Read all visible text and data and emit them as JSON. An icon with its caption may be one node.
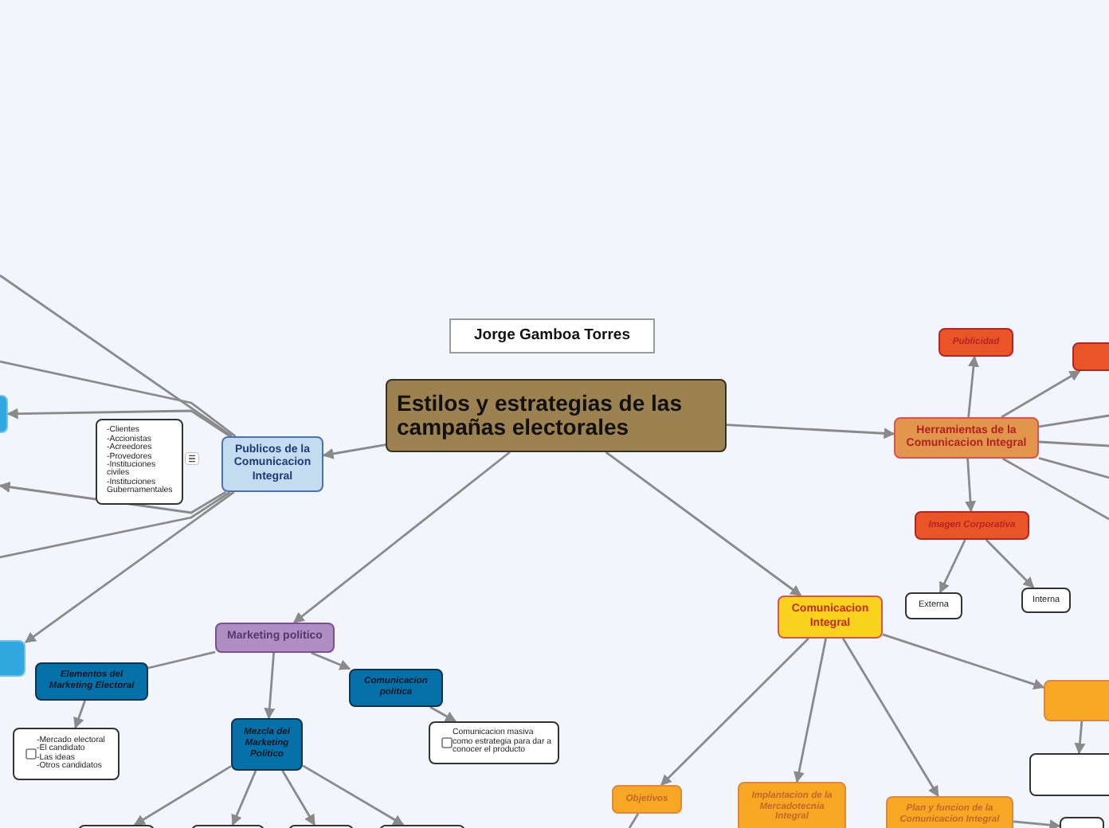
{
  "diagram": {
    "nodes": [
      {
        "text": [
          "Jorge Gamboa Torres"
        ]
      },
      {
        "text": [
          "Estilos y estrategias de las campañas electorales"
        ]
      },
      {
        "text": [
          "Publicos de la Comunicacion Integral"
        ]
      },
      {
        "text": [
          "-Clientes -Accionistas -Acreedores -Provedores -Instituciones civiles -Instituciones Gubernamentales"
        ]
      },
      {
        "text": [],
        "shape": "box"
      },
      {
        "text": [],
        "shape": "box"
      },
      {
        "text": [
          "Marketing politico"
        ]
      },
      {
        "text": [
          "Elementos del Marketing Electoral"
        ]
      },
      {
        "text": [
          "Comunicacion politica"
        ]
      },
      {
        "text": [
          "-Mercado electoral -El candidato -Las ideas -Otros candidatos"
        ]
      },
      {
        "text": [
          "Mezcla del Marketing Politico"
        ]
      },
      {
        "text": [
          "Comunicacion masiva como estrategia para dar a conocer el producto"
        ]
      },
      {
        "text": [],
        "shape": "box"
      },
      {
        "text": [],
        "shape": "box"
      },
      {
        "text": [],
        "shape": "box"
      },
      {
        "text": [],
        "shape": "box"
      },
      {
        "text": [
          "Herramientas de la Comunicacion Integral"
        ]
      },
      {
        "text": [
          "Publicidad"
        ]
      },
      {
        "text": [],
        "shape": "box"
      },
      {
        "text": [
          "Imagen Corporativa"
        ]
      },
      {
        "text": [
          "Externa"
        ]
      },
      {
        "text": [
          "Interna"
        ]
      },
      {
        "text": [
          "Comunicacion Integral"
        ]
      },
      {
        "text": [],
        "shape": "box"
      },
      {
        "text": [],
        "shape": "box"
      },
      {
        "text": [
          "Objetivos"
        ]
      },
      {
        "text": [
          "Implantacion de la Mercadotecnia Integral"
        ]
      },
      {
        "text": [
          "Plan y funcion de la Comunicacion Integral"
        ]
      },
      {
        "text": [],
        "shape": "box"
      }
    ],
    "edges": [
      {
        "from": 1,
        "to": 2,
        "arrow": "to"
      },
      {
        "from": 1,
        "to": 6,
        "arrow": "to"
      },
      {
        "from": 1,
        "to": 16,
        "arrow": "to"
      },
      {
        "from": 1,
        "to": 22,
        "arrow": "to"
      },
      {
        "from": 2,
        "to": null,
        "arrow": "none"
      },
      {
        "from": 2,
        "to": null,
        "arrow": "none"
      },
      {
        "from": 2,
        "to": 4,
        "arrow": "to"
      },
      {
        "from": 2,
        "to": null,
        "arrow": "to"
      },
      {
        "from": 2,
        "to": null,
        "arrow": "none"
      },
      {
        "from": 2,
        "to": 5,
        "arrow": "to"
      },
      {
        "from": 6,
        "to": 7,
        "arrow": "none"
      },
      {
        "from": 6,
        "to": 10,
        "arrow": "to"
      },
      {
        "from": 6,
        "to": 8,
        "arrow": "to"
      },
      {
        "from": 7,
        "to": 9,
        "arrow": "to"
      },
      {
        "from": 8,
        "to": 11,
        "arrow": "to"
      },
      {
        "from": 10,
        "to": 12,
        "arrow": "to"
      },
      {
        "from": 10,
        "to": 13,
        "arrow": "to"
      },
      {
        "from": 10,
        "to": 14,
        "arrow": "to"
      },
      {
        "from": 10,
        "to": 15,
        "arrow": "to"
      },
      {
        "from": 16,
        "to": 17,
        "arrow": "to"
      },
      {
        "from": 16,
        "to": 18,
        "arrow": "to"
      },
      {
        "from": 16,
        "to": null,
        "arrow": "none"
      },
      {
        "from": 16,
        "to": null,
        "arrow": "none"
      },
      {
        "from": 16,
        "to": null,
        "arrow": "none"
      },
      {
        "from": 16,
        "to": null,
        "arrow": "none"
      },
      {
        "from": 16,
        "to": 19,
        "arrow": "to"
      },
      {
        "from": 19,
        "to": 20,
        "arrow": "to"
      },
      {
        "from": 19,
        "to": 21,
        "arrow": "to"
      },
      {
        "from": 22,
        "to": 25,
        "arrow": "to"
      },
      {
        "from": 22,
        "to": 26,
        "arrow": "to"
      },
      {
        "from": 22,
        "to": 27,
        "arrow": "to"
      },
      {
        "from": 22,
        "to": 23,
        "arrow": "to"
      },
      {
        "from": 23,
        "to": 24,
        "arrow": "to"
      },
      {
        "from": 27,
        "to": 28,
        "arrow": "to"
      },
      {
        "from": 25,
        "to": null,
        "arrow": "none"
      }
    ]
  }
}
